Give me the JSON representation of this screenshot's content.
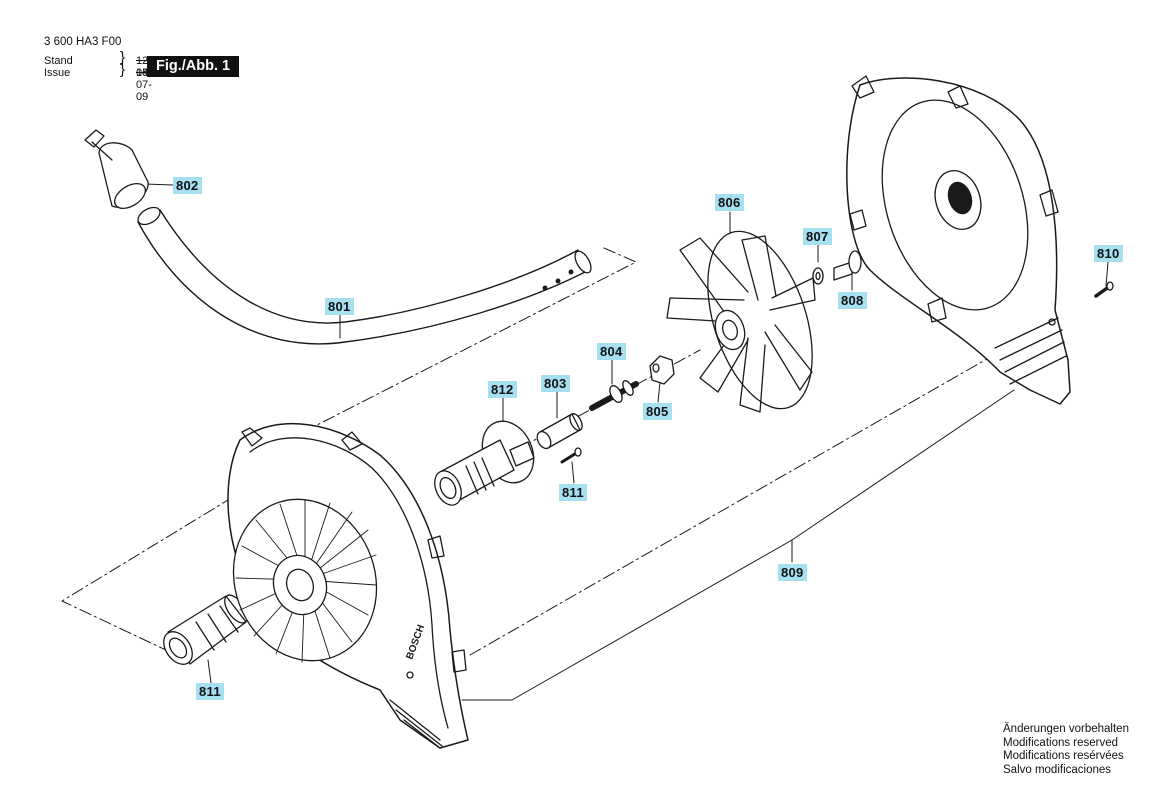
{
  "header": {
    "part_code": "3 600 HA3 F00",
    "stand_label": "Stand",
    "issue_label": "Issue",
    "stand_date": "12-05",
    "issue_date": "14-07-09",
    "figure_label": "Fig./Abb. 1"
  },
  "part_labels": {
    "p801": "801",
    "p802": "802",
    "p803": "803",
    "p804": "804",
    "p805": "805",
    "p806": "806",
    "p807": "807",
    "p808": "808",
    "p809": "809",
    "p810": "810",
    "p811a": "811",
    "p811b": "811",
    "p812": "812"
  },
  "housing_brand": "BOSCH",
  "footer_notes": [
    "Änderungen vorbehalten",
    "Modifications reserved",
    "Modifications resérvées",
    "Salvo modificaciones"
  ],
  "colors": {
    "label_background": "#a6dff0",
    "line_art": "#1a1a1a",
    "figure_badge": "#111111"
  }
}
